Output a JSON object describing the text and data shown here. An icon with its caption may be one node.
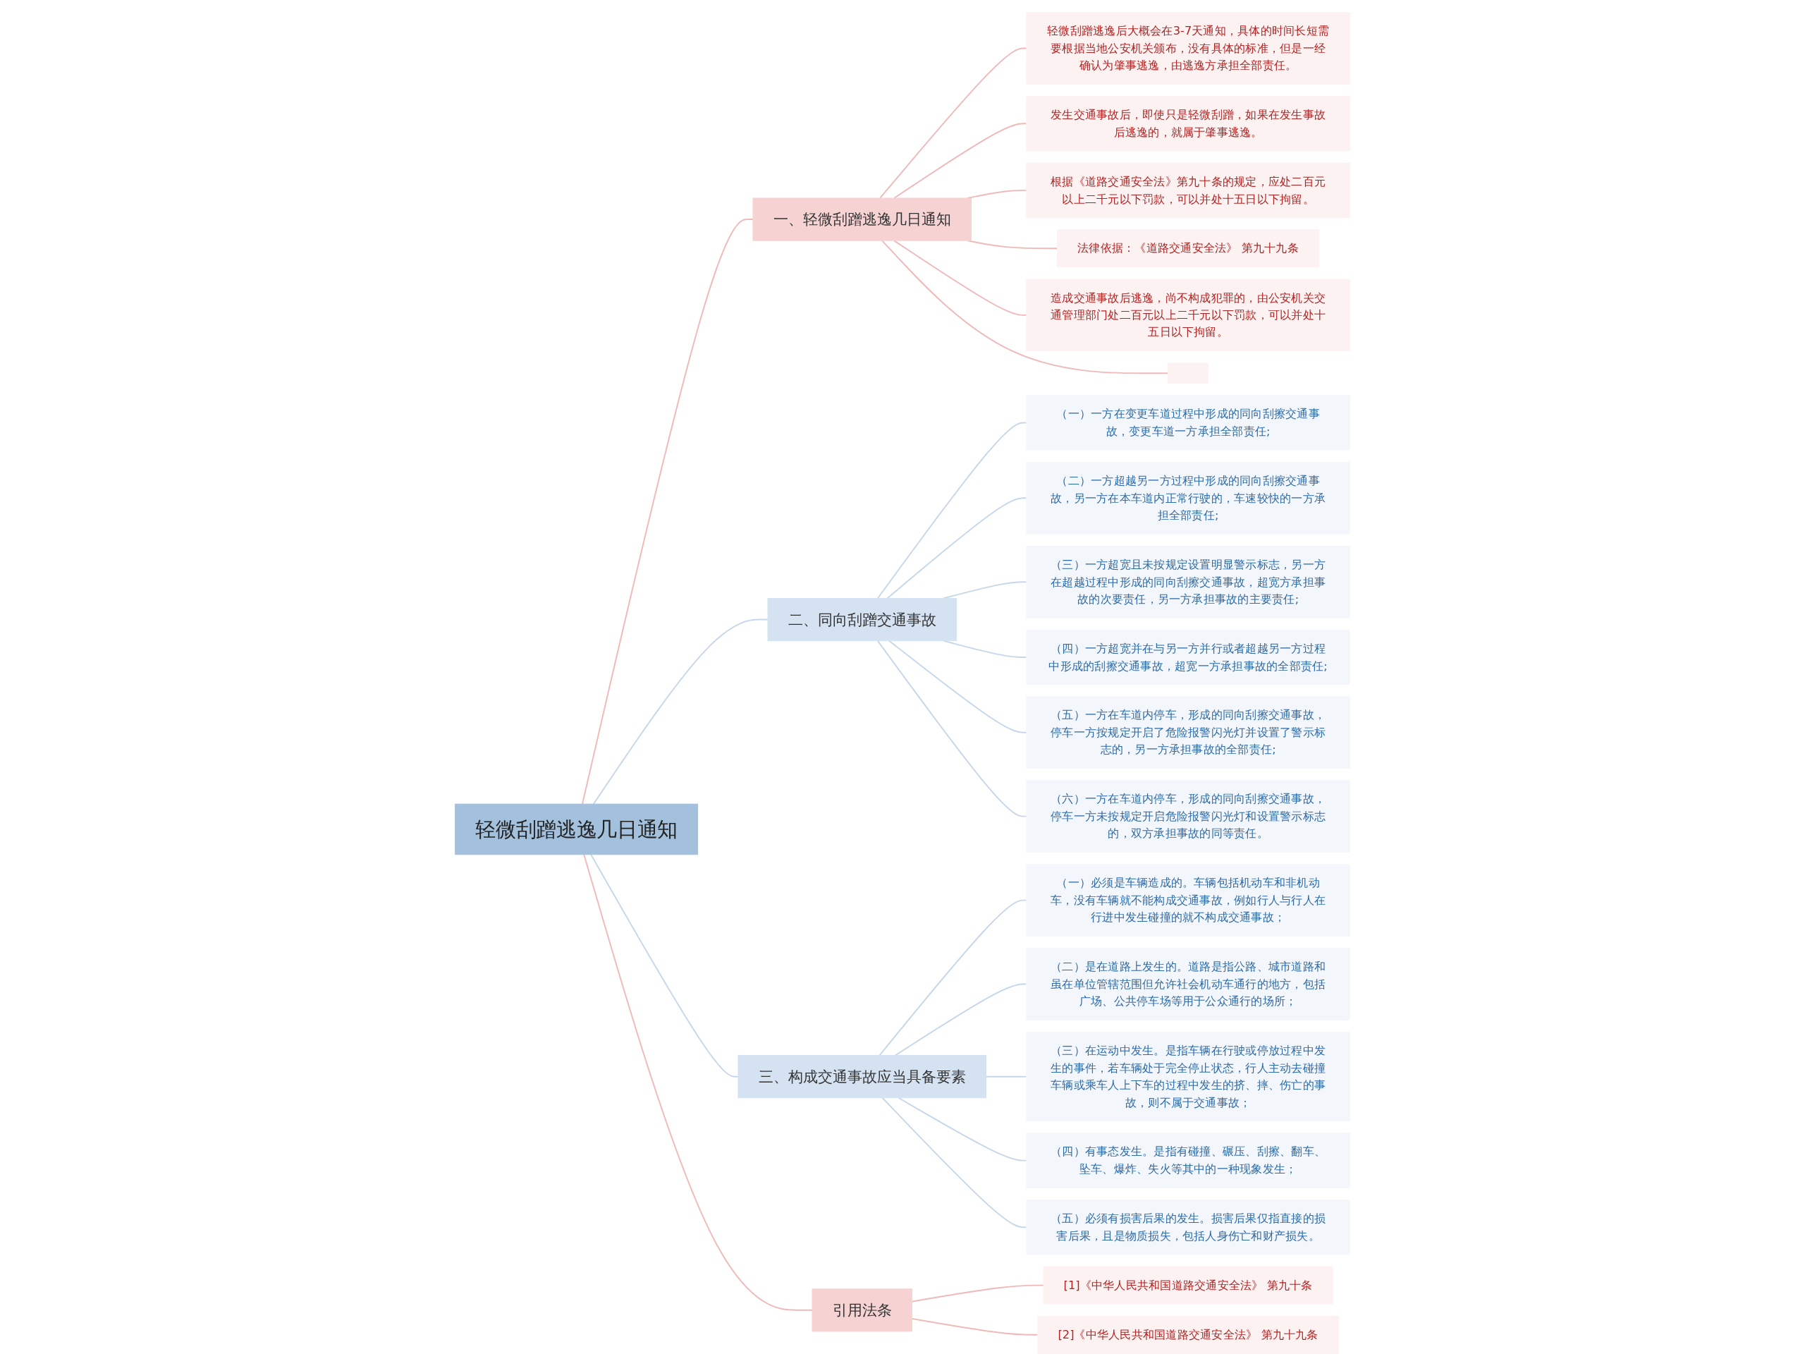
{
  "diagram": {
    "nodes": [
      {
        "text": [
          "轻微刮蹭逃逸几日通知"
        ]
      },
      {
        "text": [
          "一、轻微刮蹭逃逸几日通知"
        ]
      },
      {
        "text": [
          "轻微刮蹭逃逸后大概会在3-7天通知，具体的时间长短需要根据当地公安机关颁布，没有具体的标准，但是一经确认为肇事逃逸，由逃逸方承担全部责任。"
        ]
      },
      {
        "text": [
          "发生交通事故后，即使只是轻微刮蹭，如果在发生事故后逃逸的，就属于肇事逃逸。"
        ]
      },
      {
        "text": [
          "根据《道路交通安全法》第九十条的规定，应处二百元以上二千元以下罚款，可以并处十五日以下拘留。"
        ]
      },
      {
        "text": [
          "法律依据：《道路交通安全法》 第九十九条"
        ]
      },
      {
        "text": [
          "造成交通事故后逃逸，尚不构成犯罪的，由公安机关交通管理部门处二百元以上二千元以下罚款，可以并处十五日以下拘留。"
        ]
      },
      {
        "text": [],
        "shape": "box"
      },
      {
        "text": [
          "二、同向刮蹭交通事故"
        ]
      },
      {
        "text": [
          "（一）一方在变更车道过程中形成的同向刮擦交通事故，变更车道一方承担全部责任;"
        ]
      },
      {
        "text": [
          "（二）一方超越另一方过程中形成的同向刮擦交通事故，另一方在本车道内正常行驶的，车速较快的一方承担全部责任;"
        ]
      },
      {
        "text": [
          "（三）一方超宽且未按规定设置明显警示标志，另一方在超越过程中形成的同向刮擦交通事故，超宽方承担事故的次要责任，另一方承担事故的主要责任;"
        ]
      },
      {
        "text": [
          "（四）一方超宽并在与另一方并行或者超越另一方过程中形成的刮擦交通事故，超宽一方承担事故的全部责任;"
        ]
      },
      {
        "text": [
          "（五）一方在车道内停车，形成的同向刮擦交通事故，停车一方按规定开启了危险报警闪光灯并设置了警示标志的，另一方承担事故的全部责任;"
        ]
      },
      {
        "text": [
          "（六）一方在车道内停车，形成的同向刮擦交通事故，停车一方未按规定开启危险报警闪光灯和设置警示标志的，双方承担事故的同等责任。"
        ]
      },
      {
        "text": [
          "三、构成交通事故应当具备要素"
        ]
      },
      {
        "text": [
          "（一）必须是车辆造成的。车辆包括机动车和非机动车，没有车辆就不能构成交通事故，例如行人与行人在行进中发生碰撞的就不构成交通事故；"
        ]
      },
      {
        "text": [
          "（二）是在道路上发生的。道路是指公路、城市道路和虽在单位管辖范围但允许社会机动车通行的地方，包括广场、公共停车场等用于公众通行的场所；"
        ]
      },
      {
        "text": [
          "（三）在运动中发生。是指车辆在行驶或停放过程中发生的事件，若车辆处于完全停止状态，行人主动去碰撞车辆或乘车人上下车的过程中发生的挤、摔、伤亡的事故，则不属于交通事故；"
        ]
      },
      {
        "text": [
          "（四）有事态发生。是指有碰撞、碾压、刮擦、翻车、坠车、爆炸、失火等其中的一种现象发生；"
        ]
      },
      {
        "text": [
          "（五）必须有损害后果的发生。损害后果仅指直接的损害后果，且是物质损失，包括人身伤亡和财产损失。"
        ]
      },
      {
        "text": [
          "引用法条"
        ]
      },
      {
        "text": [
          "[1]《中华人民共和国道路交通安全法》 第九十条"
        ]
      },
      {
        "text": [
          "[2]《中华人民共和国道路交通安全法》 第九十九条"
        ]
      }
    ],
    "edges": [
      {
        "from": 0,
        "to": 1,
        "arrow": "none",
        "color": "#f0b8b8"
      },
      {
        "from": 1,
        "to": 2,
        "arrow": "none",
        "color": "#f0b8b8"
      },
      {
        "from": 1,
        "to": 3,
        "arrow": "none",
        "color": "#f0b8b8"
      },
      {
        "from": 1,
        "to": 4,
        "arrow": "none",
        "color": "#f0b8b8"
      },
      {
        "from": 1,
        "to": 5,
        "arrow": "none",
        "color": "#f0b8b8"
      },
      {
        "from": 1,
        "to": 6,
        "arrow": "none",
        "color": "#f0b8b8"
      },
      {
        "from": 1,
        "to": 7,
        "arrow": "none",
        "color": "#f0b8b8"
      },
      {
        "from": 0,
        "to": 8,
        "arrow": "none"
      },
      {
        "from": 8,
        "to": 9,
        "arrow": "none"
      },
      {
        "from": 8,
        "to": 10,
        "arrow": "none"
      },
      {
        "from": 8,
        "to": 11,
        "arrow": "none"
      },
      {
        "from": 8,
        "to": 12,
        "arrow": "none"
      },
      {
        "from": 8,
        "to": 13,
        "arrow": "none"
      },
      {
        "from": 8,
        "to": 14,
        "arrow": "none"
      },
      {
        "from": 0,
        "to": 15,
        "arrow": "none"
      },
      {
        "from": 15,
        "to": 16,
        "arrow": "none"
      },
      {
        "from": 15,
        "to": 17,
        "arrow": "none"
      },
      {
        "from": 15,
        "to": 18,
        "arrow": "none"
      },
      {
        "from": 15,
        "to": 19,
        "arrow": "none"
      },
      {
        "from": 15,
        "to": 20,
        "arrow": "none"
      },
      {
        "from": 0,
        "to": 21,
        "arrow": "none",
        "color": "#f0b8b8"
      },
      {
        "from": 21,
        "to": 22,
        "arrow": "none",
        "color": "#f0b8b8"
      },
      {
        "from": 21,
        "to": 23,
        "arrow": "none",
        "color": "#f0b8b8"
      }
    ]
  }
}
